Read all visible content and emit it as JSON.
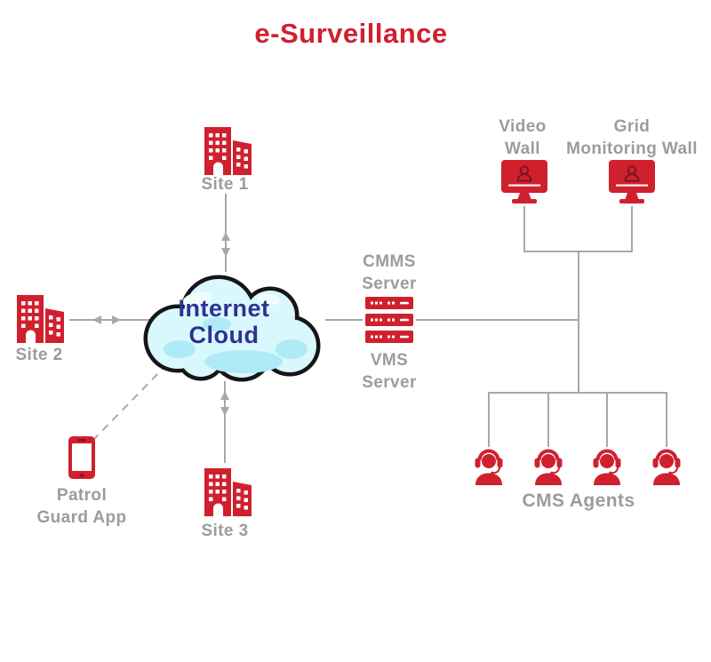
{
  "title": "e-Surveillance",
  "colors": {
    "accent_red": "#d0202e",
    "label_gray": "#9c9c9c",
    "line_gray": "#a8a8a8",
    "cloud_fill": "#d9f8fd",
    "cloud_shade": "#aeebf6",
    "cloud_outline": "#161616",
    "cloud_text_color": "#2e3192",
    "background": "#ffffff"
  },
  "cloud": {
    "line1": "Internet",
    "line2": "Cloud"
  },
  "sites": {
    "site1": "Site 1",
    "site2": "Site 2",
    "site3": "Site 3"
  },
  "patrol_guard_app": {
    "line1": "Patrol",
    "line2": "Guard App"
  },
  "servers": {
    "cmms": {
      "line1": "CMMS",
      "line2": "Server"
    },
    "vms": {
      "line1": "VMS",
      "line2": "Server"
    }
  },
  "walls": {
    "video": {
      "line1": "Video",
      "line2": "Wall"
    },
    "grid": {
      "line1": "Grid",
      "line2": "Monitoring Wall"
    }
  },
  "agents": {
    "label": "CMS Agents",
    "count": 4
  }
}
